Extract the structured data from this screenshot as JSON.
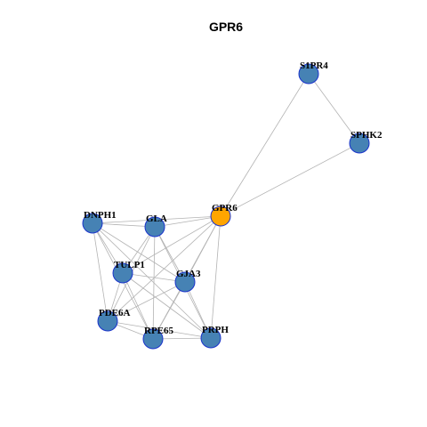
{
  "title": "GPR6",
  "colors": {
    "edge": "#b3b3b3",
    "node_default": "#4682b4",
    "node_highlight": "#ffa500",
    "node_border": "#1a33cc"
  },
  "nodes": [
    {
      "id": "GPR6",
      "label": "GPR6",
      "highlight": true
    },
    {
      "id": "S1PR4",
      "label": "S1PR4",
      "highlight": false
    },
    {
      "id": "SPHK2",
      "label": "SPHK2",
      "highlight": false
    },
    {
      "id": "DNPH1",
      "label": "DNPH1",
      "highlight": false
    },
    {
      "id": "GLA",
      "label": "GLA",
      "highlight": false
    },
    {
      "id": "TULP1",
      "label": "TULP1",
      "highlight": false
    },
    {
      "id": "GJA3",
      "label": "GJA3",
      "highlight": false
    },
    {
      "id": "PDE6A",
      "label": "PDE6A",
      "highlight": false
    },
    {
      "id": "RPE65",
      "label": "RPE65",
      "highlight": false
    },
    {
      "id": "PRPH",
      "label": "PRPH",
      "highlight": false
    }
  ],
  "edges": [
    [
      "S1PR4",
      "SPHK2"
    ],
    [
      "S1PR4",
      "GPR6"
    ],
    [
      "SPHK2",
      "GPR6"
    ],
    [
      "GPR6",
      "DNPH1"
    ],
    [
      "GPR6",
      "GLA"
    ],
    [
      "GPR6",
      "TULP1"
    ],
    [
      "GPR6",
      "GJA3"
    ],
    [
      "GPR6",
      "PDE6A"
    ],
    [
      "GPR6",
      "RPE65"
    ],
    [
      "GPR6",
      "PRPH"
    ],
    [
      "DNPH1",
      "GLA"
    ],
    [
      "DNPH1",
      "TULP1"
    ],
    [
      "DNPH1",
      "GJA3"
    ],
    [
      "DNPH1",
      "PDE6A"
    ],
    [
      "DNPH1",
      "RPE65"
    ],
    [
      "DNPH1",
      "PRPH"
    ],
    [
      "GLA",
      "TULP1"
    ],
    [
      "GLA",
      "GJA3"
    ],
    [
      "GLA",
      "PDE6A"
    ],
    [
      "GLA",
      "RPE65"
    ],
    [
      "GLA",
      "PRPH"
    ],
    [
      "TULP1",
      "GJA3"
    ],
    [
      "TULP1",
      "PDE6A"
    ],
    [
      "TULP1",
      "RPE65"
    ],
    [
      "TULP1",
      "PRPH"
    ],
    [
      "GJA3",
      "PDE6A"
    ],
    [
      "GJA3",
      "RPE65"
    ],
    [
      "GJA3",
      "PRPH"
    ],
    [
      "PDE6A",
      "RPE65"
    ],
    [
      "PDE6A",
      "PRPH"
    ],
    [
      "RPE65",
      "PRPH"
    ]
  ]
}
